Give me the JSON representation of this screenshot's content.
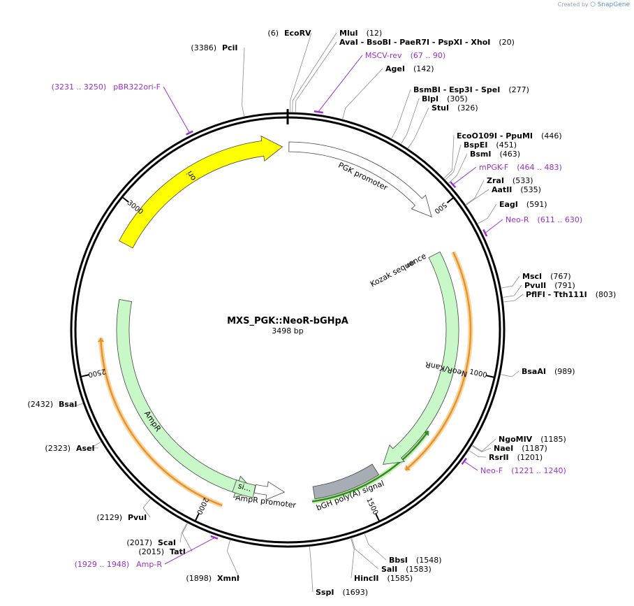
{
  "credit": {
    "text": "Created by",
    "brand": "SnapGene"
  },
  "title": "MXS_PGK::NeoR-bGHpA",
  "length_text": "3498 bp",
  "length": 3498,
  "ticks": [
    {
      "pos": 500,
      "label": "500"
    },
    {
      "pos": 1000,
      "label": "1000"
    },
    {
      "pos": 1500,
      "label": "1500"
    },
    {
      "pos": 2000,
      "label": "2000"
    },
    {
      "pos": 2500,
      "label": "2500"
    },
    {
      "pos": 3000,
      "label": "3000"
    }
  ],
  "features": [
    {
      "name": "PGK promoter",
      "start": 4,
      "end": 504,
      "strand": 1,
      "color": "#ffffff",
      "ring": "outer"
    },
    {
      "name": "Kozak sequence",
      "start": 596,
      "end": 605,
      "strand": 0,
      "color": "#a0a0a0",
      "ring": "inner"
    },
    {
      "name": "NeoR/KanR",
      "start": 611,
      "end": 1405,
      "strand": 1,
      "color": "#c8f7c8",
      "ring": "outer"
    },
    {
      "name": "bGH poly(A) signal",
      "start": 1436,
      "end": 1660,
      "strand": 0,
      "color": "#a6adb5",
      "ring": "outer"
    },
    {
      "name": "AmpR promoter",
      "start": 1760,
      "end": 1862,
      "strand": -1,
      "color": "#ffffff",
      "ring": "outer"
    },
    {
      "name": "AmpR",
      "start": 1863,
      "end": 2723,
      "strand": -1,
      "color": "#c8f7c8",
      "ring": "outer"
    },
    {
      "name": "si...",
      "start": 1863,
      "end": 1932,
      "strand": 0,
      "color": "#c8f7c8",
      "ring": "outer"
    },
    {
      "name": "ori",
      "start": 2894,
      "end": 3482,
      "strand": 1,
      "color": "#ffff00",
      "ring": "outer"
    }
  ],
  "primer_arcs": [
    {
      "name": "Neo-R span",
      "start": 630,
      "end": 1360,
      "strand": 1,
      "color": "#e6952e"
    },
    {
      "name": "Neo-F span",
      "start": 1221,
      "end": 1670,
      "strand": -1,
      "color": "#2f8a2f"
    },
    {
      "name": "Amp-R span",
      "start": 1948,
      "end": 2600,
      "strand": 1,
      "color": "#e6952e"
    }
  ],
  "sites": [
    {
      "name": "PciI",
      "pos": 3386,
      "text": "(3386)",
      "side": "left"
    },
    {
      "name": "EcoRV",
      "pos": 6,
      "text": "(6)",
      "side": "left"
    },
    {
      "name": "MluI",
      "pos": 12,
      "text": "(12)",
      "side": "right"
    },
    {
      "name": "AvaI  - BsoBI  - PaeR7I  - PspXI  - XhoI",
      "pos": 20,
      "text": "(20)",
      "side": "right"
    },
    {
      "name": "AgeI",
      "pos": 142,
      "text": "(142)",
      "side": "right"
    },
    {
      "name": "BsmBI  - Esp3I  - SpeI",
      "pos": 277,
      "text": "(277)",
      "side": "right"
    },
    {
      "name": "BlpI",
      "pos": 305,
      "text": "(305)",
      "side": "right"
    },
    {
      "name": "StuI",
      "pos": 326,
      "text": "(326)",
      "side": "right"
    },
    {
      "name": "EcoO109I  - PpuMI",
      "pos": 446,
      "text": "(446)",
      "side": "right"
    },
    {
      "name": "BspEI",
      "pos": 451,
      "text": "(451)",
      "side": "right"
    },
    {
      "name": "BsmI",
      "pos": 463,
      "text": "(463)",
      "side": "right"
    },
    {
      "name": "ZraI",
      "pos": 533,
      "text": "(533)",
      "side": "right"
    },
    {
      "name": "AatII",
      "pos": 535,
      "text": "(535)",
      "side": "right"
    },
    {
      "name": "EagI",
      "pos": 591,
      "text": "(591)",
      "side": "right"
    },
    {
      "name": "MscI",
      "pos": 767,
      "text": "(767)",
      "side": "right"
    },
    {
      "name": "PvuII",
      "pos": 791,
      "text": "(791)",
      "side": "right"
    },
    {
      "name": "PflFI  - Tth111I",
      "pos": 803,
      "text": "(803)",
      "side": "right"
    },
    {
      "name": "BsaAI",
      "pos": 989,
      "text": "(989)",
      "side": "right"
    },
    {
      "name": "NgoMIV",
      "pos": 1185,
      "text": "(1185)",
      "side": "right"
    },
    {
      "name": "NaeI",
      "pos": 1187,
      "text": "(1187)",
      "side": "right"
    },
    {
      "name": "RsrII",
      "pos": 1201,
      "text": "(1201)",
      "side": "right"
    },
    {
      "name": "BbsI",
      "pos": 1548,
      "text": "(1548)",
      "side": "right"
    },
    {
      "name": "SalI",
      "pos": 1583,
      "text": "(1583)",
      "side": "right"
    },
    {
      "name": "HincII",
      "pos": 1585,
      "text": "(1585)",
      "side": "right"
    },
    {
      "name": "SspI",
      "pos": 1693,
      "text": "(1693)",
      "side": "right"
    },
    {
      "name": "XmnI",
      "pos": 1898,
      "text": "(1898)",
      "side": "left"
    },
    {
      "name": "TatI",
      "pos": 2015,
      "text": "(2015)",
      "side": "left"
    },
    {
      "name": "ScaI",
      "pos": 2017,
      "text": "(2017)",
      "side": "left"
    },
    {
      "name": "PvuI",
      "pos": 2129,
      "text": "(2129)",
      "side": "left"
    },
    {
      "name": "AseI",
      "pos": 2323,
      "text": "(2323)",
      "side": "left"
    },
    {
      "name": "BsaI",
      "pos": 2432,
      "text": "(2432)",
      "side": "left"
    }
  ],
  "primers": [
    {
      "name": "MSCV-rev",
      "range": "(67 .. 90)",
      "start": 67,
      "end": 90,
      "side": "right"
    },
    {
      "name": "mPGK-F",
      "range": "(464 .. 483)",
      "start": 464,
      "end": 483,
      "side": "right"
    },
    {
      "name": "Neo-R",
      "range": "(611 .. 630)",
      "start": 611,
      "end": 630,
      "side": "right"
    },
    {
      "name": "Neo-F",
      "range": "(1221 .. 1240)",
      "start": 1221,
      "end": 1240,
      "side": "right"
    },
    {
      "name": "Amp-R",
      "range": "(1929 .. 1948)",
      "start": 1929,
      "end": 1948,
      "side": "left"
    },
    {
      "name": "pBR322ori-F",
      "range": "(3231 .. 3250)",
      "start": 3231,
      "end": 3250,
      "side": "left"
    }
  ]
}
